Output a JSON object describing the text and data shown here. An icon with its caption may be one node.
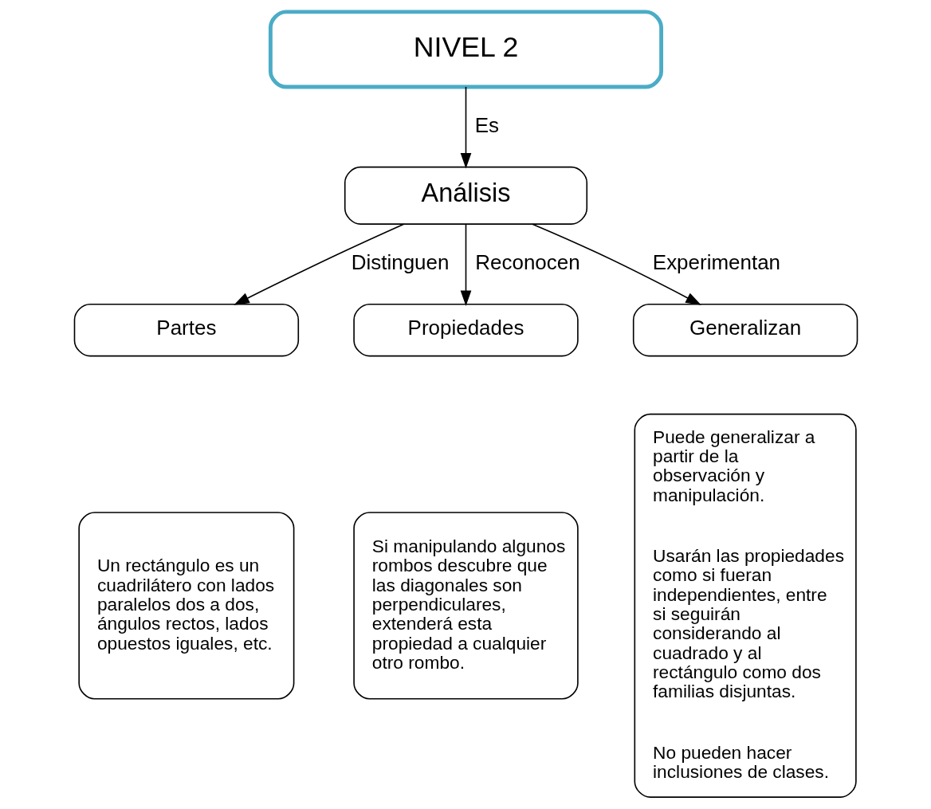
{
  "diagram": {
    "nodes": [
      {
        "text": [
          "NIVEL 2"
        ]
      },
      {
        "text": [
          "Análisis"
        ]
      },
      {
        "text": [
          "Partes"
        ]
      },
      {
        "text": [
          "Propiedades"
        ]
      },
      {
        "text": [
          "Generalizan"
        ]
      },
      {
        "text": [
          "Un rectángulo es un cuadrilátero con lados paralelos dos a dos, ángulos rectos, lados opuestos iguales, etc."
        ]
      },
      {
        "text": [
          "Si manipulando algunos rombos descubre que las diagonales son perpendiculares, extenderá esta propiedad a cualquier otro rombo."
        ]
      },
      {
        "text": [
          "Puede generalizar a partir de la observación y manipulación.",
          "Usarán las propiedades como si fueran independientes, entre si seguirán considerando al cuadrado y al rectángulo como dos familias disjuntas.",
          "No pueden hacer inclusiones de clases."
        ]
      }
    ],
    "edges": [
      {
        "from": 0,
        "to": 1,
        "arrow": "to",
        "label": "Es"
      },
      {
        "from": 1,
        "to": 2,
        "arrow": "to",
        "label": "Distinguen"
      },
      {
        "from": 1,
        "to": 3,
        "arrow": "to",
        "label": "Reconocen"
      },
      {
        "from": 1,
        "to": 4,
        "arrow": "to",
        "label": "Experimentan"
      }
    ]
  }
}
